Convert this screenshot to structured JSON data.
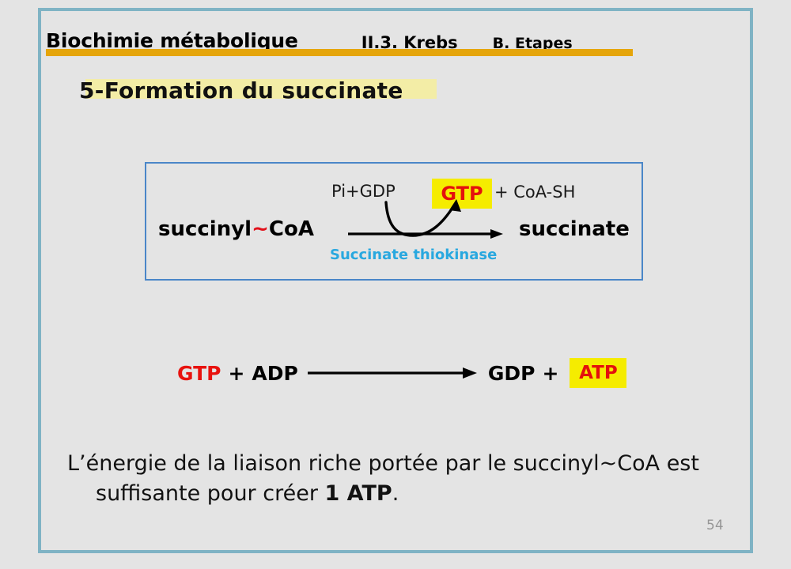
{
  "slide": {
    "page_number": "54",
    "background_color": "#e4e4e4",
    "frame_color": "#7fb3c4"
  },
  "header": {
    "course_title": "Biochimie métabolique",
    "section": "II.3. Krebs",
    "subsection": "B. Etapes",
    "rule_color": "#e5a50a"
  },
  "section_title": {
    "text": "5-Formation du succinate",
    "highlight_color": "#f3eda6"
  },
  "reaction_box": {
    "border_color": "#4a86c8",
    "substrate_prefix": "succinyl",
    "substrate_tilde": "~",
    "substrate_suffix": "CoA",
    "product": "succinate",
    "cosubstrates": "Pi+GDP",
    "coproduct_highlight": "GTP",
    "coproduct_rest": "+ CoA-SH",
    "enzyme": "Succinate thiokinase",
    "enzyme_color": "#29a8df",
    "highlight_color": "#f5ec00",
    "highlight_text_color": "#e4100d"
  },
  "reaction_two": {
    "left_red": "GTP",
    "left_plus": "+",
    "left_black": "ADP",
    "right_black": "GDP",
    "right_plus": "+",
    "right_highlight": "ATP",
    "highlight_color": "#f5ec00",
    "highlight_text_color": "#e4100d"
  },
  "conclusion": {
    "line1": "L’énergie de la liaison riche portée par le succinyl~CoA est",
    "line2_prefix": "suffisante pour créer ",
    "line2_bold": "1  ATP",
    "line2_suffix": "."
  }
}
